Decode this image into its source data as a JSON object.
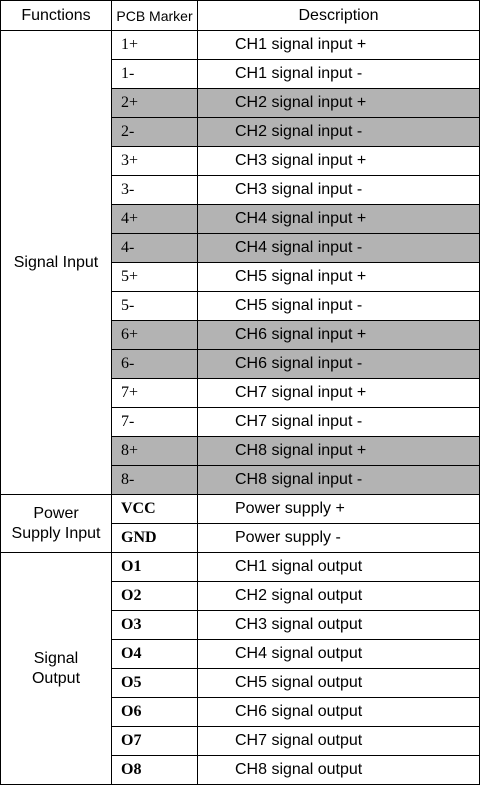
{
  "headers": {
    "functions": "Functions",
    "marker": "PCB Marker",
    "description": "Description"
  },
  "groups": [
    {
      "function": "Signal Input",
      "rows": [
        {
          "marker": "1+",
          "description": "CH1 signal input +",
          "shaded": false
        },
        {
          "marker": "1-",
          "description": "CH1 signal input -",
          "shaded": false
        },
        {
          "marker": "2+",
          "description": "CH2 signal input +",
          "shaded": true
        },
        {
          "marker": "2-",
          "description": "CH2 signal input -",
          "shaded": true
        },
        {
          "marker": "3+",
          "description": "CH3 signal input +",
          "shaded": false
        },
        {
          "marker": "3-",
          "description": "CH3 signal input -",
          "shaded": false
        },
        {
          "marker": "4+",
          "description": "CH4 signal input +",
          "shaded": true
        },
        {
          "marker": "4-",
          "description": "CH4 signal input -",
          "shaded": true
        },
        {
          "marker": "5+",
          "description": "CH5 signal input +",
          "shaded": false
        },
        {
          "marker": "5-",
          "description": "CH5 signal input -",
          "shaded": false
        },
        {
          "marker": "6+",
          "description": "CH6 signal input +",
          "shaded": true
        },
        {
          "marker": "6-",
          "description": "CH6 signal input -",
          "shaded": true
        },
        {
          "marker": "7+",
          "description": "CH7 signal input +",
          "shaded": false
        },
        {
          "marker": "7-",
          "description": "CH7 signal input -",
          "shaded": false
        },
        {
          "marker": "8+",
          "description": "CH8 signal input +",
          "shaded": true
        },
        {
          "marker": "8-",
          "description": "CH8 signal input -",
          "shaded": true
        }
      ]
    },
    {
      "function": "Power Supply Input",
      "bold_markers": true,
      "rows": [
        {
          "marker": "VCC",
          "description": "Power supply +",
          "shaded": false
        },
        {
          "marker": "GND",
          "description": "Power supply -",
          "shaded": false
        }
      ]
    },
    {
      "function": "Signal Output",
      "bold_markers": true,
      "rows": [
        {
          "marker": "O1",
          "description": "CH1 signal output",
          "shaded": false
        },
        {
          "marker": "O2",
          "description": "CH2 signal output",
          "shaded": false
        },
        {
          "marker": "O3",
          "description": "CH3 signal output",
          "shaded": false
        },
        {
          "marker": "O4",
          "description": "CH4 signal output",
          "shaded": false
        },
        {
          "marker": "O5",
          "description": "CH5 signal output",
          "shaded": false
        },
        {
          "marker": "O6",
          "description": "CH6 signal output",
          "shaded": false
        },
        {
          "marker": "O7",
          "description": "CH7 signal output",
          "shaded": false
        },
        {
          "marker": "O8",
          "description": "CH8 signal output",
          "shaded": false
        }
      ]
    }
  ],
  "colors": {
    "shade": "#b3b3b3",
    "border": "#000000"
  }
}
